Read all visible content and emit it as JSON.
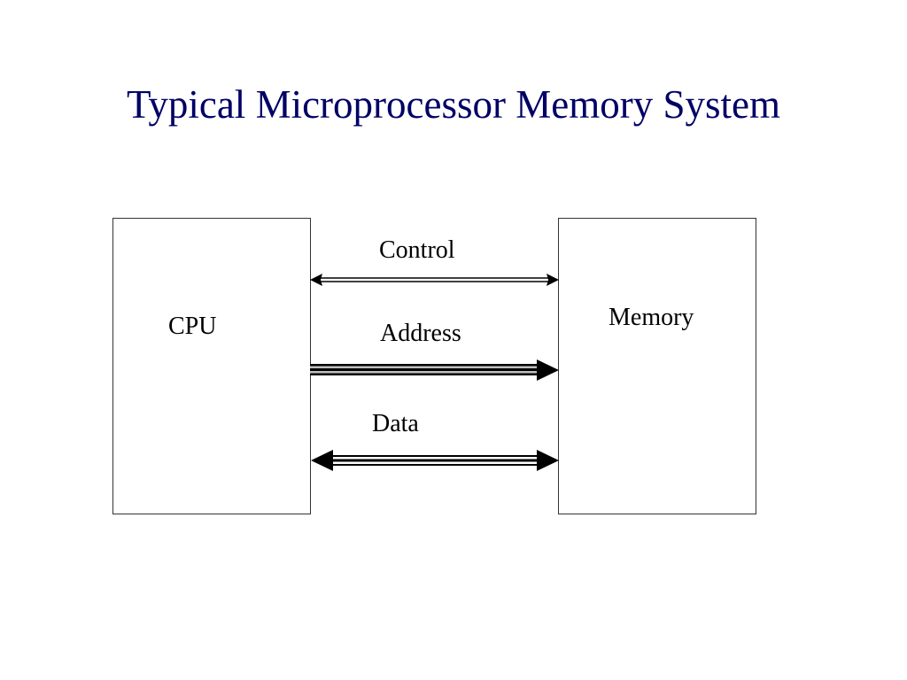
{
  "slide": {
    "title": "Typical Microprocessor Memory System",
    "title_color": "#000066"
  },
  "blocks": {
    "cpu": {
      "label": "CPU"
    },
    "memory": {
      "label": "Memory"
    }
  },
  "buses": [
    {
      "name": "control",
      "label": "Control",
      "direction": "bidirectional",
      "style": "thin-double"
    },
    {
      "name": "address",
      "label": "Address",
      "direction": "cpu-to-memory",
      "style": "wide-triple"
    },
    {
      "name": "data",
      "label": "Data",
      "direction": "bidirectional",
      "style": "wide-triple"
    }
  ]
}
